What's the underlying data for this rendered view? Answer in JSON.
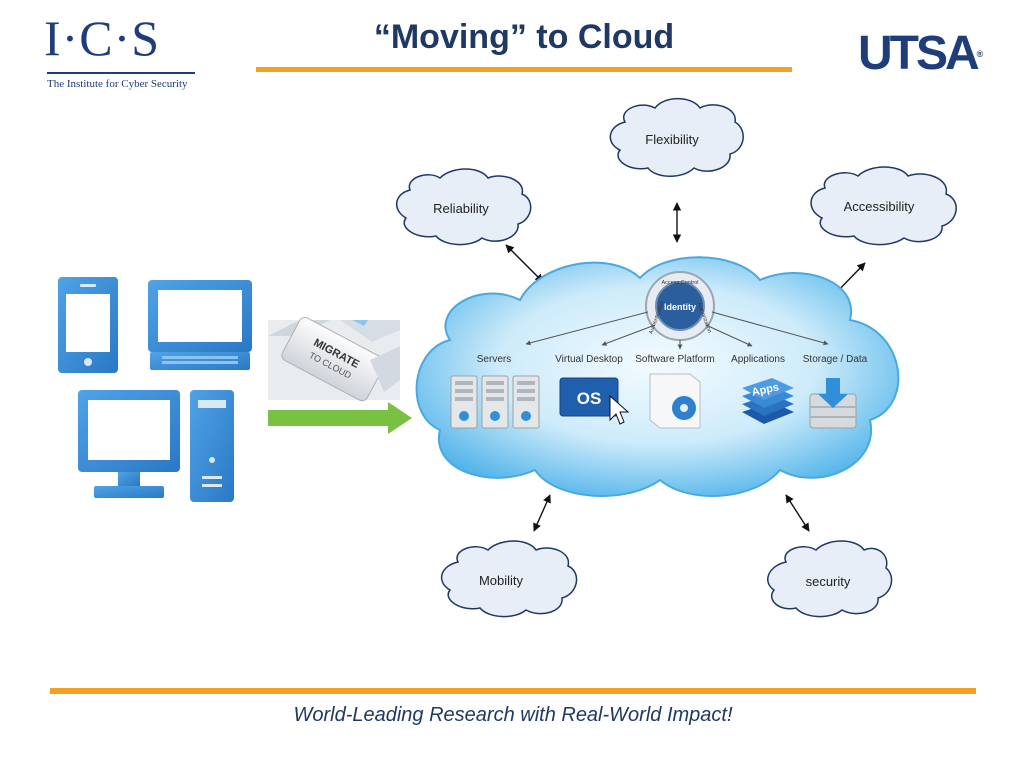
{
  "header": {
    "title": "“Moving” to Cloud",
    "ics_logo_text": "I·C·S",
    "ics_tagline": "The Institute for Cyber Security",
    "utsa_logo_text": "UTSA",
    "utsa_registered": "®"
  },
  "benefits": {
    "flexibility": "Flexibility",
    "reliability": "Reliability",
    "accessibility": "Accessibility",
    "mobility": "Mobility",
    "security": "security"
  },
  "cloud": {
    "identity": "Identity",
    "ring_access_control": "Access Control",
    "ring_authorization": "Authorization",
    "ring_authentication": "Authentication",
    "services": {
      "servers": "Servers",
      "virtual_desktop": "Virtual Desktop",
      "software_platform": "Software Platform",
      "applications": "Applications",
      "storage": "Storage / Data"
    },
    "os_label": "OS",
    "apps_label": "Apps"
  },
  "migrate": {
    "key_line1": "MIGRATE",
    "key_line2": "TO CLOUD"
  },
  "footer": {
    "tagline": "World-Leading Research with Real-World Impact!"
  },
  "colors": {
    "navy": "#1f3d7a",
    "orange_rule": "#f4a020",
    "device_blue": "#3a8fd8",
    "cloud_blue": "#6ec3ee",
    "bubble_fill": "#e8eef8",
    "arrow_green": "#7ac143"
  }
}
